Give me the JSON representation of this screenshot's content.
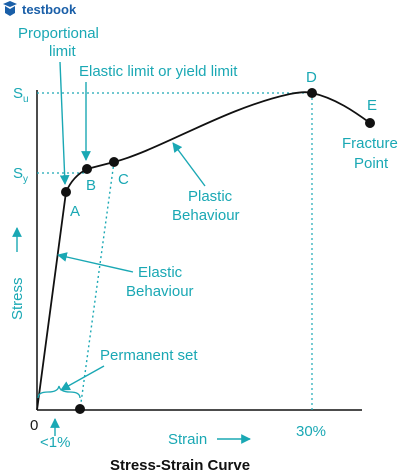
{
  "brand": {
    "name": "testbook",
    "color": "#1a5fa8",
    "icon": "testbook-logo-icon"
  },
  "diagram": {
    "title": "Stress-Strain Curve",
    "accent_color": "#1aa8b4",
    "labels": {
      "proportional_limit_line1": "Proportional",
      "proportional_limit_line2": "limit",
      "elastic_limit": "Elastic limit or yield limit",
      "su_main": "S",
      "su_sub": "u",
      "sy_main": "S",
      "sy_sub": "y",
      "point_a": "A",
      "point_b": "B",
      "point_c": "C",
      "point_d": "D",
      "point_e": "E",
      "fracture_line1": "Fracture",
      "fracture_line2": "Point",
      "plastic_line1": "Plastic",
      "plastic_line2": "Behaviour",
      "elastic_line1": "Elastic",
      "elastic_line2": "Behaviour",
      "permanent_set": "Permanent set",
      "stress_axis": "Stress",
      "strain_axis": "Strain",
      "origin": "0",
      "lt1": "<1%",
      "thirty": "30%"
    }
  }
}
